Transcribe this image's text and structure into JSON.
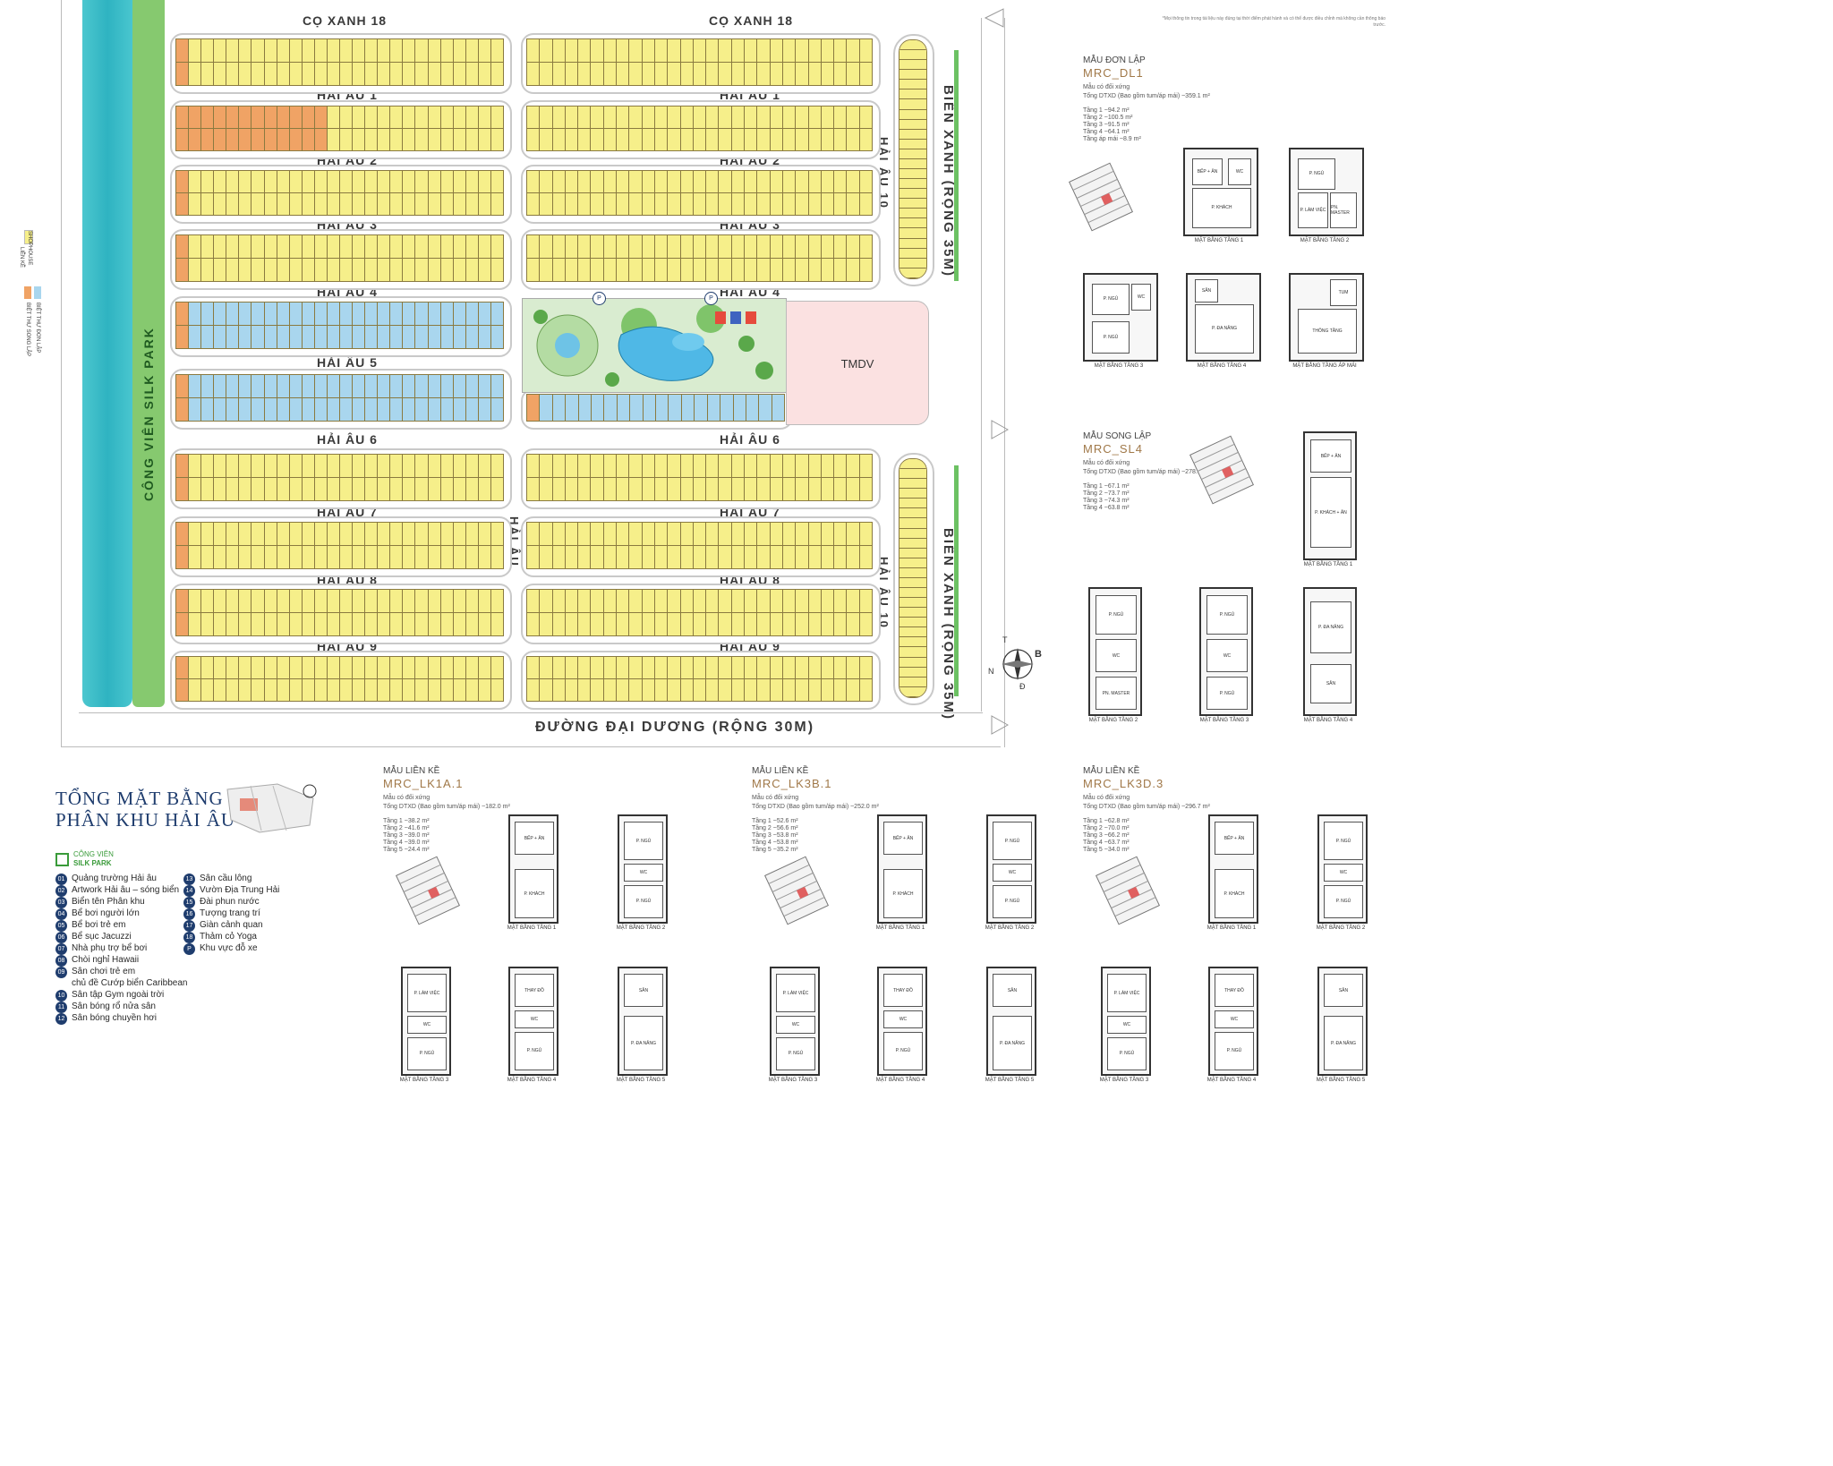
{
  "roads": {
    "co_xanh_18": "CỌ XANH 18",
    "hai_au_1": "HẢI ÂU 1",
    "hai_au_2": "HẢI ÂU 2",
    "hai_au_3": "HẢI ÂU 3",
    "hai_au_4": "HẢI ÂU 4",
    "hai_au_5": "HẢI ÂU 5",
    "hai_au_6": "HẢI ÂU 6",
    "hai_au_7": "HẢI ÂU 7",
    "hai_au_8": "HẢI ÂU 8",
    "hai_au_9": "HẢI ÂU 9",
    "hai_au_vertical": "HẢI ÂU",
    "hai_au_10": "HẢI ÂU 10",
    "bien_xanh": "BIỂN XANH (RỘNG 35M)",
    "dai_duong": "ĐƯỜNG ĐẠI DƯƠNG (RỘNG 30M)",
    "silk_park": "CÔNG VIÊN SILK PARK",
    "tmdv": "TMDV"
  },
  "compass": {
    "n": "T",
    "e": "B",
    "s": "Đ",
    "w": "N"
  },
  "colors": {
    "shophouse": "#f6ef8a",
    "song_lap": "#f0a365",
    "don_lap": "#a9d6ee",
    "river": "#35c1cc",
    "park": "#7bc46a",
    "tmdv": "#fbe1e1",
    "navy": "#1f3d6e",
    "accent": "#a07848"
  },
  "left_legend": {
    "shophouse": "SHOPHOUSE",
    "lien_ke": "LIỀN KỀ",
    "song_lap": "BIỆT THỰ SONG LẬP",
    "don_lap": "BIỆT THỰ ĐƠN LẬP"
  },
  "title": {
    "line1": "TỔNG MẶT BẰNG",
    "line2": "PHÂN KHU HẢI ÂU"
  },
  "park_legend": {
    "heading1": "CÔNG VIÊN",
    "heading2": "SILK PARK"
  },
  "amenities_left": [
    {
      "num": "01",
      "label": "Quảng trường Hải âu"
    },
    {
      "num": "02",
      "label": "Artwork Hải âu – sóng biển"
    },
    {
      "num": "03",
      "label": "Biển tên Phân khu"
    },
    {
      "num": "04",
      "label": "Bể bơi người lớn"
    },
    {
      "num": "05",
      "label": "Bể bơi trẻ em"
    },
    {
      "num": "06",
      "label": "Bể sục Jacuzzi"
    },
    {
      "num": "07",
      "label": "Nhà phụ trợ bể bơi"
    },
    {
      "num": "08",
      "label": "Chòi nghỉ Hawaii"
    },
    {
      "num": "09",
      "label": "Sân chơi trẻ em"
    },
    {
      "num": "",
      "label": "chủ đề Cướp biển Caribbean"
    },
    {
      "num": "10",
      "label": "Sân tập Gym ngoài trời"
    },
    {
      "num": "11",
      "label": "Sân bóng rổ nửa sân"
    },
    {
      "num": "12",
      "label": "Sân bóng chuyền hơi"
    }
  ],
  "amenities_right": [
    {
      "num": "13",
      "label": "Sân cầu lông"
    },
    {
      "num": "14",
      "label": "Vườn Địa Trung Hải"
    },
    {
      "num": "15",
      "label": "Đài phun nước"
    },
    {
      "num": "16",
      "label": "Tượng trang trí"
    },
    {
      "num": "17",
      "label": "Giàn cảnh quan"
    },
    {
      "num": "18",
      "label": "Thảm cỏ Yoga"
    },
    {
      "num": "P",
      "label": "Khu vực đỗ xe"
    }
  ],
  "disclaimer": "*Mọi thông tin trong tài liệu này đúng tại thời điểm phát hành và có thể được điều chỉnh mà không cần thông báo trước.",
  "models": {
    "dl1": {
      "title": "MẪU ĐƠN LẬP",
      "code": "MRC_DL1",
      "sub": "Mẫu có đối xứng",
      "total": "Tổng DTXD (Bao gồm tum/áp mái) ~359.1 m²",
      "floors": [
        "Tầng 1 ~94.2 m²",
        "Tầng 2 ~100.5 m²",
        "Tầng 3 ~91.5 m²",
        "Tầng 4 ~64.1 m²",
        "Tầng áp mái ~8.9 m²"
      ],
      "plans": [
        "MẶT BẰNG TẦNG 1",
        "MẶT BẰNG TẦNG 2",
        "MẶT BẰNG TẦNG 3",
        "MẶT BẰNG TẦNG 4",
        "MẶT BẰNG TẦNG ÁP MÁI"
      ]
    },
    "sl4": {
      "title": "MẪU SONG LẬP",
      "code": "MRC_SL4",
      "sub": "Mẫu có đối xứng",
      "total": "Tổng DTXD (Bao gồm tum/áp mái) ~278.9 m²",
      "floors": [
        "Tầng 1 ~67.1 m²",
        "Tầng 2 ~73.7 m²",
        "Tầng 3 ~74.3 m²",
        "Tầng 4 ~63.8 m²"
      ],
      "plans": [
        "MẶT BẰNG TẦNG 1",
        "MẶT BẰNG TẦNG 2",
        "MẶT BẰNG TẦNG 3",
        "MẶT BẰNG TẦNG 4"
      ]
    },
    "lk1a": {
      "title": "MẪU LIỀN KỀ",
      "code": "MRC_LK1A.1",
      "sub": "Mẫu có đối xứng",
      "total": "Tổng DTXD (Bao gồm tum/áp mái) ~182.0 m²",
      "floors": [
        "Tầng 1 ~38.2 m²",
        "Tầng 2 ~41.6 m²",
        "Tầng 3 ~39.0 m²",
        "Tầng 4 ~39.0 m²",
        "Tầng 5 ~24.4 m²"
      ],
      "plans": [
        "MẶT BẰNG TẦNG 1",
        "MẶT BẰNG TẦNG 2",
        "MẶT BẰNG TẦNG 3",
        "MẶT BẰNG TẦNG 4",
        "MẶT BẰNG TẦNG 5"
      ]
    },
    "lk3b": {
      "title": "MẪU LIỀN KỀ",
      "code": "MRC_LK3B.1",
      "sub": "Mẫu có đối xứng",
      "total": "Tổng DTXD (Bao gồm tum/áp mái) ~252.0 m²",
      "floors": [
        "Tầng 1 ~52.6 m²",
        "Tầng 2 ~56.6 m²",
        "Tầng 3 ~53.8 m²",
        "Tầng 4 ~53.8 m²",
        "Tầng 5 ~35.2 m²"
      ],
      "plans": [
        "MẶT BẰNG TẦNG 1",
        "MẶT BẰNG TẦNG 2",
        "MẶT BẰNG TẦNG 3",
        "MẶT BẰNG TẦNG 4",
        "MẶT BẰNG TẦNG 5"
      ]
    },
    "lk3d": {
      "title": "MẪU LIỀN KỀ",
      "code": "MRC_LK3D.3",
      "sub": "Mẫu có đối xứng",
      "total": "Tổng DTXD (Bao gồm tum/áp mái) ~296.7 m²",
      "floors": [
        "Tầng 1 ~62.8 m²",
        "Tầng 2 ~70.0 m²",
        "Tầng 3 ~66.2 m²",
        "Tầng 4 ~63.7 m²",
        "Tầng 5 ~34.0 m²"
      ],
      "plans": [
        "MẶT BẰNG TẦNG 1",
        "MẶT BẰNG TẦNG 2",
        "MẶT BẰNG TẦNG 3",
        "MẶT BẰNG TẦNG 4",
        "MẶT BẰNG TẦNG 5"
      ]
    }
  },
  "room_labels": {
    "bep_an": "BẾP + ĂN",
    "khach": "P. KHÁCH",
    "ngu": "P. NGỦ",
    "wc": "WC",
    "lam_viec": "P. LÀM VIỆC",
    "thay_do": "THAY ĐỒ",
    "da_nang": "P. ĐA NĂNG",
    "san": "SÂN",
    "tum": "TUM",
    "master": "PN. MASTER",
    "thong_tang": "THÔNG TẦNG",
    "khach_an": "P. KHÁCH + ĂN"
  }
}
